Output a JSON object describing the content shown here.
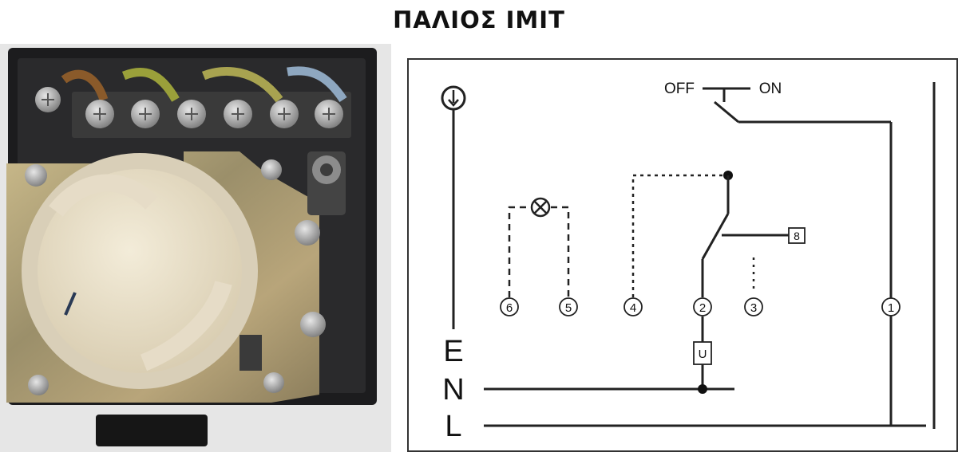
{
  "title": "ΠΑΛΙΟΣ ΙΜΙΤ",
  "switch": {
    "off_label": "OFF",
    "on_label": "ON"
  },
  "rails": {
    "earth": "E",
    "neutral": "N",
    "line": "L"
  },
  "terminals": {
    "t1": "1",
    "t2": "2",
    "t3": "3",
    "t4": "4",
    "t5": "5",
    "t6": "6"
  },
  "boxes": {
    "box8": "8",
    "boxU": "U"
  },
  "icons": {
    "earth": "earth-symbol-icon",
    "lamp": "lamp-icon",
    "switch": "on-off-switch-icon",
    "thermostat_photo": "thermostat-photo"
  },
  "colors": {
    "line": "#222222",
    "border": "#333333",
    "device_body": "#1c1c1e",
    "dial": "#e8e0cc",
    "plate": "#a89d7a"
  }
}
